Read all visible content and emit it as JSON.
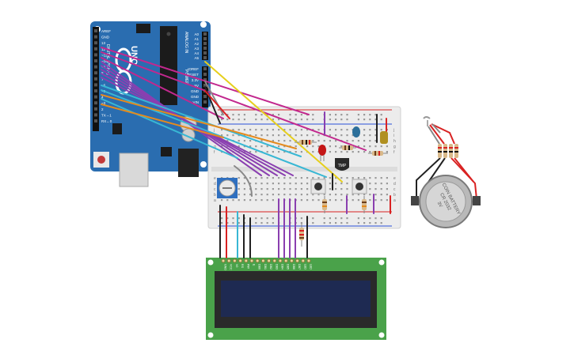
{
  "arduino": {
    "brand_text": "UNO",
    "power_label": "POWER",
    "digital_label": "DIGITAL (PWM~)",
    "analog_label": "ANALOG IN",
    "power_pins": [
      "IOREF",
      "RESET",
      "3.3V",
      "5V",
      "GND",
      "GND",
      "VIN"
    ],
    "analog_pins": [
      "A0",
      "A1",
      "A2",
      "A3",
      "A4",
      "A5"
    ],
    "digital_pins": [
      "AREF",
      "GND",
      "13",
      "12",
      "~11",
      "~10",
      "~9",
      "8",
      "7",
      "~6",
      "~5",
      "4",
      "~3",
      "2",
      "TX→1",
      "RX←0"
    ]
  },
  "breadboard": {
    "row_letters_top": [
      "j",
      "i",
      "h",
      "g",
      "f"
    ],
    "row_letters_bottom": [
      "e",
      "d",
      "c",
      "b",
      "a"
    ]
  },
  "components": {
    "temp_sensor_label": "TMP",
    "battery_line1": "COIN BATTERY",
    "battery_line2": "CR 2032",
    "battery_line3": "3V"
  },
  "lcd": {
    "pin_labels": [
      "GND",
      "VCC",
      "V0",
      "RS",
      "RW",
      "E",
      "DB0",
      "DB1",
      "DB2",
      "DB3",
      "DB4",
      "DB5",
      "DB6",
      "DB7",
      "LED",
      "LED"
    ]
  },
  "colors": {
    "arduino_blue": "#2a6db0",
    "breadboard": "#ececec",
    "lcd_green": "#4aa24a",
    "lcd_screen": "#1e2a52",
    "wire_purple": "#8a3fb0",
    "wire_magenta": "#c2288e",
    "wire_yellow": "#e6cf1c",
    "wire_orange": "#e48a1e",
    "wire_cyan": "#38b7d4",
    "wire_red": "#d92222",
    "wire_black": "#222222"
  }
}
